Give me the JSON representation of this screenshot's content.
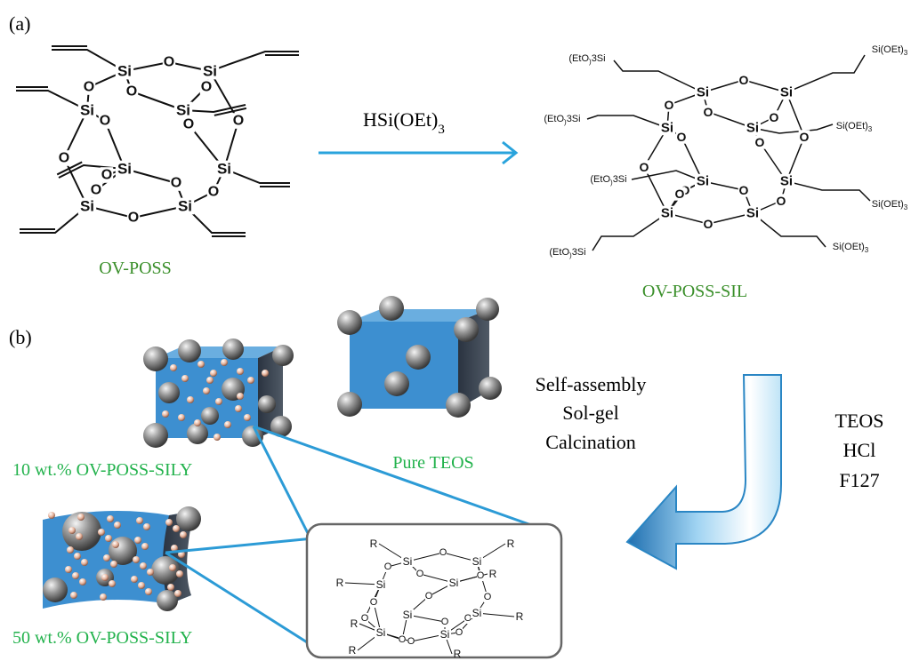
{
  "panel_a": {
    "label": "(a)",
    "left_name": "OV-POSS",
    "right_name": "OV-POSS-SIL",
    "reagent_main": "HSi(OEt)",
    "reagent_sub": "3",
    "atom_si": "Si",
    "atom_o": "O",
    "group_left": "(EtO)3Si",
    "group_right": "Si(OEt)3"
  },
  "panel_b": {
    "label": "(b)",
    "sample_10": "10 wt.% OV-POSS-SILY",
    "sample_50": "50 wt.% OV-POSS-SILY",
    "pure": "Pure TEOS",
    "steps": [
      "Self-assembly",
      "Sol-gel",
      "Calcination"
    ],
    "reagents": [
      "TEOS",
      "HCl",
      "F127"
    ],
    "inset_r": "R",
    "inset_si": "Si",
    "inset_o": "O"
  },
  "colors": {
    "green": "#3a8f2a",
    "bright_green": "#22b24c",
    "arrow_blue": "#29a3dc",
    "cube_blue": "#3d8fd0",
    "line_blue": "#2c9bd6"
  }
}
